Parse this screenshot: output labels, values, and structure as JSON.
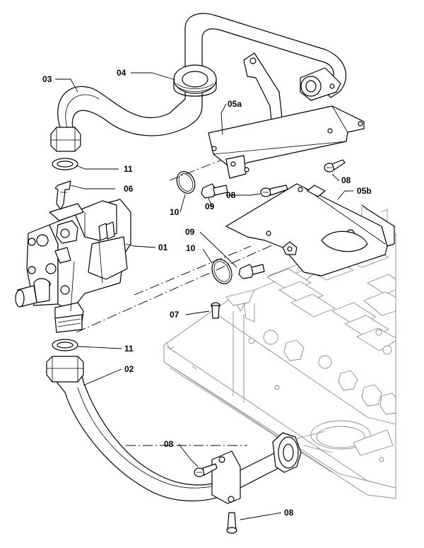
{
  "diagram": {
    "callouts": [
      {
        "id": "01",
        "text": "01"
      },
      {
        "id": "02",
        "text": "02"
      },
      {
        "id": "03",
        "text": "03"
      },
      {
        "id": "04",
        "text": "04"
      },
      {
        "id": "05a",
        "text": "05a"
      },
      {
        "id": "05b",
        "text": "05b"
      },
      {
        "id": "06",
        "text": "06"
      },
      {
        "id": "07",
        "text": "07"
      },
      {
        "id": "08a",
        "text": "08"
      },
      {
        "id": "08b",
        "text": "08"
      },
      {
        "id": "08c",
        "text": "08"
      },
      {
        "id": "08d",
        "text": "08"
      },
      {
        "id": "09a",
        "text": "09"
      },
      {
        "id": "09b",
        "text": "09"
      },
      {
        "id": "10a",
        "text": "10"
      },
      {
        "id": "10b",
        "text": "10"
      },
      {
        "id": "11a",
        "text": "11"
      },
      {
        "id": "11b",
        "text": "11"
      }
    ]
  }
}
